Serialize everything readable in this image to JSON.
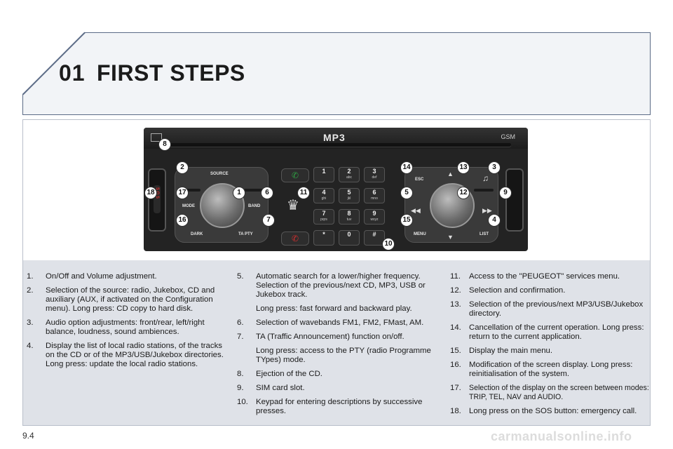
{
  "header": {
    "chapter_number": "01",
    "chapter_title": "FIRST STEPS"
  },
  "radio": {
    "brand_label": "MP3",
    "gsm_label": "GSM",
    "left_labels": {
      "source": "SOURCE",
      "mode": "MODE",
      "band": "BAND",
      "dark": "DARK",
      "ta_pty": "TA PTY"
    },
    "right_labels": {
      "esc": "ESC",
      "menu": "MENU",
      "list": "LIST"
    },
    "sos": "S O S",
    "keys": [
      {
        "digit": "1",
        "letters": ""
      },
      {
        "digit": "2",
        "letters": "abc"
      },
      {
        "digit": "3",
        "letters": "def"
      },
      {
        "digit": "4",
        "letters": "ghi"
      },
      {
        "digit": "5",
        "letters": "jkl"
      },
      {
        "digit": "6",
        "letters": "mno"
      },
      {
        "digit": "7",
        "letters": "pqrs"
      },
      {
        "digit": "8",
        "letters": "tuv"
      },
      {
        "digit": "9",
        "letters": "wxyz"
      },
      {
        "digit": "*",
        "letters": ""
      },
      {
        "digit": "0",
        "letters": ""
      },
      {
        "digit": "#",
        "letters": ""
      }
    ],
    "callouts": [
      "8",
      "2",
      "14",
      "13",
      "3",
      "18",
      "17",
      "1",
      "6",
      "11",
      "5",
      "12",
      "9",
      "16",
      "7",
      "15",
      "4",
      "10"
    ]
  },
  "items": {
    "col1": [
      {
        "n": "1.",
        "t": "On/Off and Volume adjustment."
      },
      {
        "n": "2.",
        "t": "Selection of the source: radio, Jukebox, CD and auxiliary (AUX, if activated on the Configuration menu). Long press: CD copy to hard disk."
      },
      {
        "n": "3.",
        "t": "Audio option adjustments: front/rear, left/right balance, loudness, sound ambiences."
      },
      {
        "n": "4.",
        "t": "Display the list of local radio stations, of the tracks on the CD or of the MP3/USB/Jukebox directories. Long press: update the local radio stations."
      }
    ],
    "col2": [
      {
        "n": "5.",
        "t": "Automatic search for a lower/higher frequency. Selection of the previous/next CD, MP3, USB or Jukebox track.",
        "sub": "Long press: fast forward and backward play."
      },
      {
        "n": "6.",
        "t": "Selection of wavebands FM1, FM2, FMast, AM."
      },
      {
        "n": "7.",
        "t": "TA (Traffic Announcement) function on/off.",
        "sub": "Long press: access to the PTY (radio Programme TYpes) mode."
      },
      {
        "n": "8.",
        "t": "Ejection of the CD."
      },
      {
        "n": "9.",
        "t": "SIM card slot."
      },
      {
        "n": "10.",
        "t": "Keypad for entering descriptions by successive presses."
      }
    ],
    "col3": [
      {
        "n": "11.",
        "t": "Access to the \"PEUGEOT\" services menu."
      },
      {
        "n": "12.",
        "t": "Selection and confirmation."
      },
      {
        "n": "13.",
        "t": "Selection of the previous/next MP3/USB/Jukebox directory."
      },
      {
        "n": "14.",
        "t": "Cancellation of the current operation. Long press: return to the current application."
      },
      {
        "n": "15.",
        "t": "Display the main menu."
      },
      {
        "n": "16.",
        "t": "Modification of the screen display. Long press: reinitialisation of the system."
      },
      {
        "n": "17.",
        "t": "Selection of the display on the screen between modes: TRIP, TEL, NAV and AUDIO."
      },
      {
        "n": "18.",
        "t": "Long press on the SOS button: emergency call."
      }
    ]
  },
  "footer": {
    "page_number": "9.4",
    "watermark": "carmanualsonline.info"
  }
}
